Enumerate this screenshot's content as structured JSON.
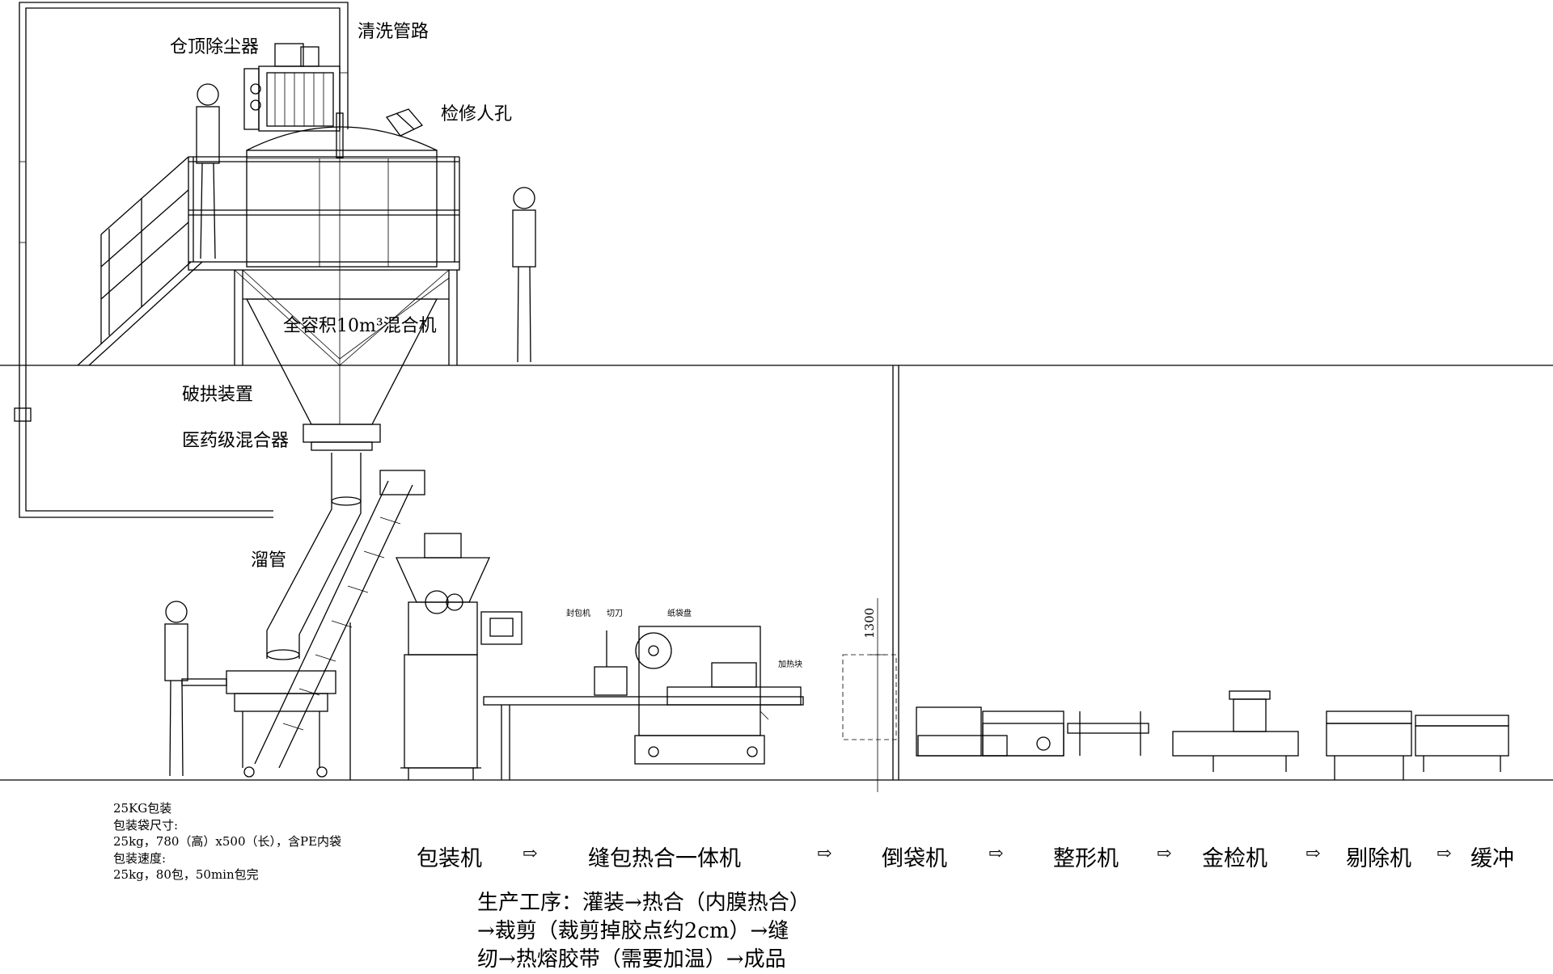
{
  "labels": {
    "dust_collector": "仓顶除尘器",
    "cleaning_pipe": "清洗管路",
    "manhole": "检修人孔",
    "mixer": "全容积10m³混合机",
    "arch_breaker": "破拱装置",
    "pharma_mixer": "医药级混合器",
    "chute": "溜管",
    "sealer": "封包机",
    "cutter": "切刀",
    "tape_reel": "纸袋盘",
    "heater": "加热块",
    "dim_1300": "1300"
  },
  "spec": [
    "25KG包装",
    "包装袋尺寸:",
    "25kg，780（高）x500（长），含PE内袋",
    "包装速度:",
    "25kg，80包，50min包完"
  ],
  "process_steps": [
    "包装机",
    "缝包热合一体机",
    "倒袋机",
    "整形机",
    "金检机",
    "剔除机",
    "缓冲"
  ],
  "arrow_glyph": "⇨",
  "sequence": [
    "生产工序：灌装→热合（内膜热合）",
    "→裁剪（裁剪掉胶点约2cm）→缝",
    "纫→热熔胶带（需要加温）→成品"
  ]
}
